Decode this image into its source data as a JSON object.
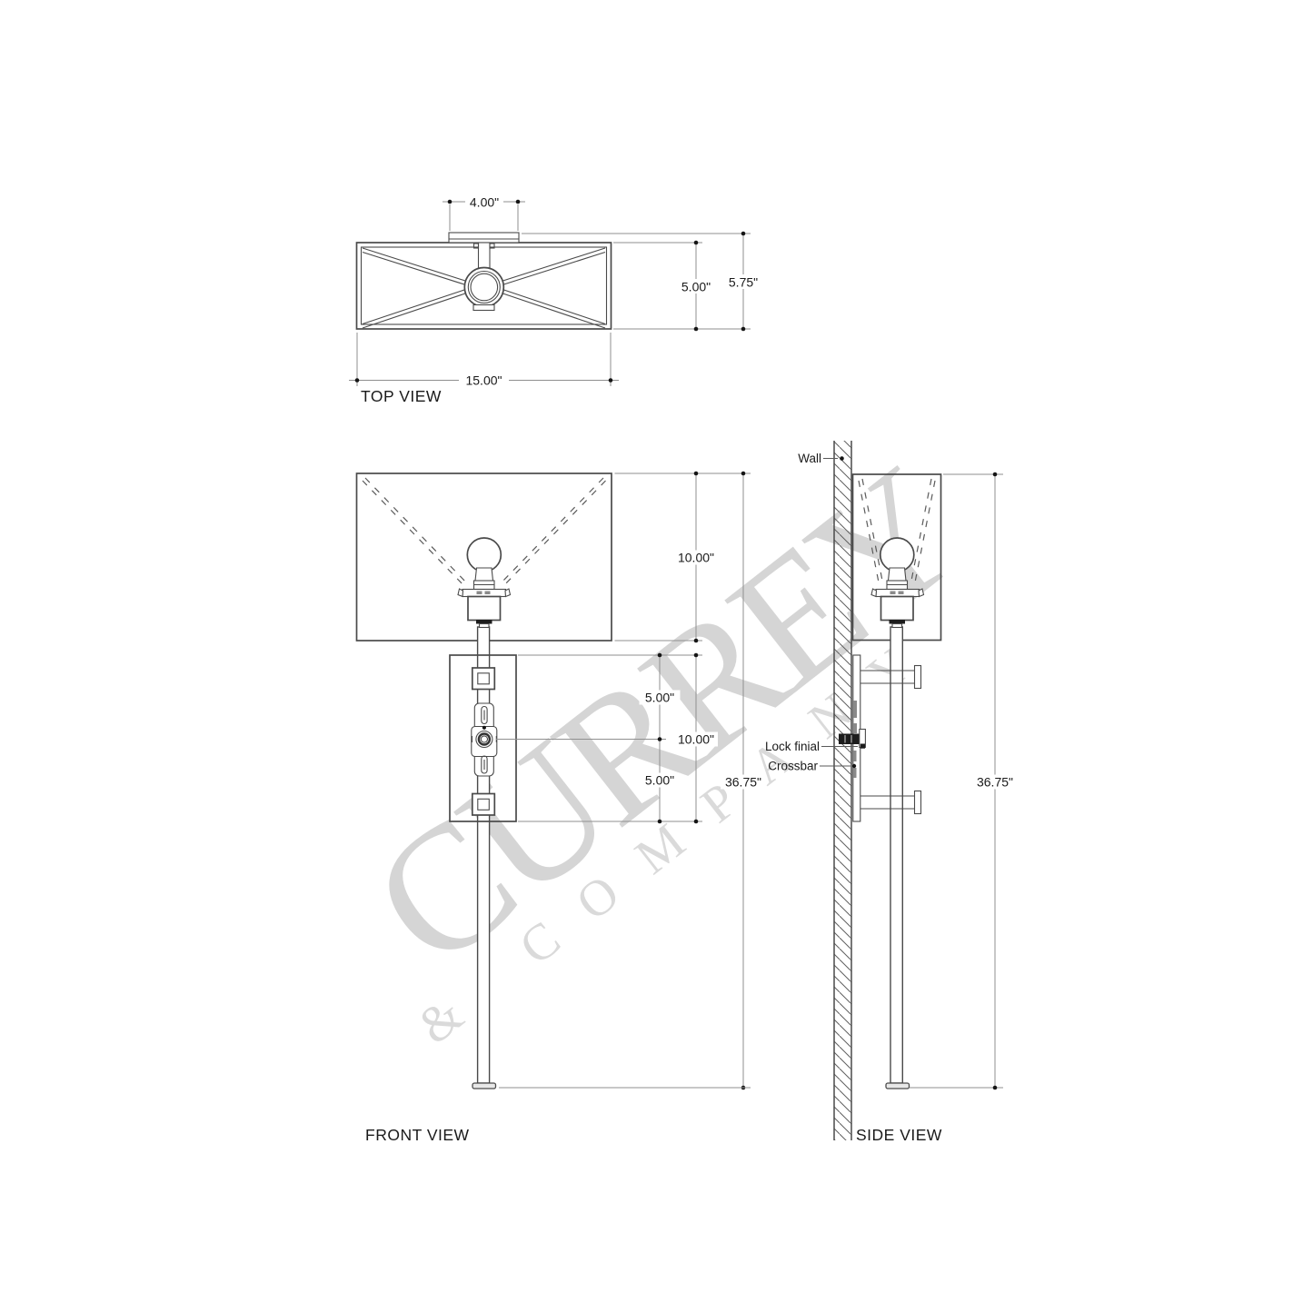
{
  "top_view": {
    "title": "TOP VIEW",
    "dims": {
      "plate_width": "4.00\"",
      "shade_depth": "5.00\"",
      "total_depth": "5.75\"",
      "shade_width": "15.00\""
    }
  },
  "front_view": {
    "title": "FRONT VIEW",
    "dims": {
      "shade_height": "10.00\"",
      "backplate_upper": "5.00\"",
      "backplate_height": "10.00\"",
      "backplate_lower": "5.00\"",
      "overall_height": "36.75\""
    }
  },
  "side_view": {
    "title": "SIDE VIEW",
    "labels": {
      "wall": "Wall",
      "lock_finial": "Lock finial",
      "crossbar": "Crossbar"
    },
    "dims": {
      "overall_height": "36.75\""
    }
  },
  "watermark": {
    "line1": "CURREY",
    "line2": "& COMPANY"
  },
  "colors": {
    "object_line": "#4a4a4a",
    "dimension_line": "#8f8f8f",
    "text": "#1a1a1a",
    "watermark": "#d5d5d5",
    "lock_finial_fill": "#1d1d1d"
  }
}
